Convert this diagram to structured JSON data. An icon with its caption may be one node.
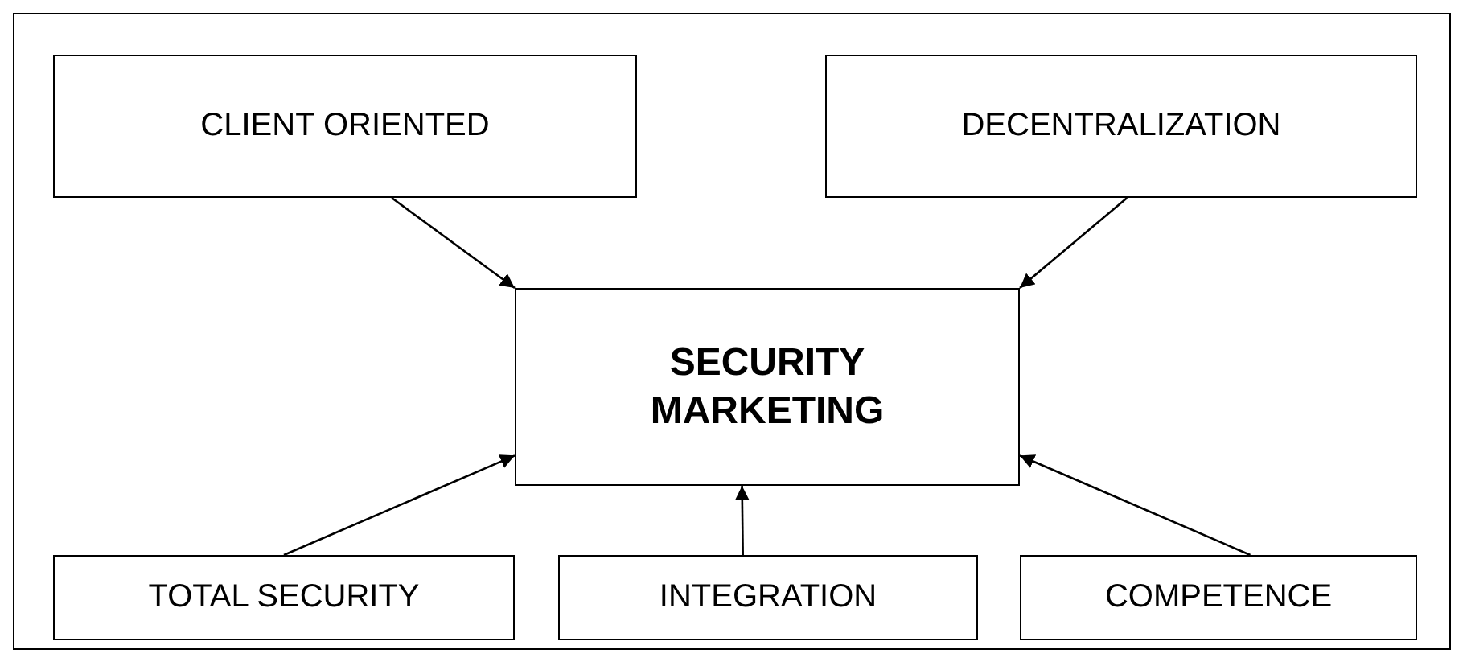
{
  "diagram": {
    "nodes": [
      {
        "text": [
          "CLIENT ORIENTED"
        ]
      },
      {
        "text": [
          "DECENTRALIZATION"
        ]
      },
      {
        "text": [
          "SECURITY MARKETING"
        ]
      },
      {
        "text": [
          "TOTAL SECURITY"
        ]
      },
      {
        "text": [
          "INTEGRATION"
        ]
      },
      {
        "text": [
          "COMPETENCE"
        ]
      }
    ],
    "edges": [
      {
        "from": 0,
        "to": 2,
        "arrow": "to"
      },
      {
        "from": 1,
        "to": 2,
        "arrow": "to"
      },
      {
        "from": 3,
        "to": 2,
        "arrow": "to"
      },
      {
        "from": 4,
        "to": 2,
        "arrow": "to"
      },
      {
        "from": 5,
        "to": 2,
        "arrow": "to"
      }
    ]
  }
}
